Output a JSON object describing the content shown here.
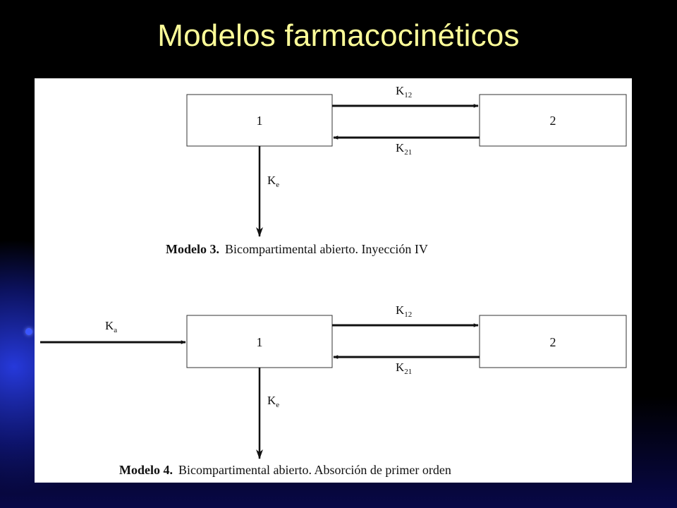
{
  "slide": {
    "title": "Modelos farmacocinéticos"
  },
  "model3": {
    "compartment_1": "1",
    "compartment_2": "2",
    "k12": {
      "base": "K",
      "sub": "12"
    },
    "k21": {
      "base": "K",
      "sub": "21"
    },
    "ke": {
      "base": "K",
      "sub": "e"
    },
    "caption_bold": "Modelo 3.",
    "caption_text": "Bicompartimental abierto. Inyección IV"
  },
  "model4": {
    "compartment_1": "1",
    "compartment_2": "2",
    "ka": {
      "base": "K",
      "sub": "a"
    },
    "k12": {
      "base": "K",
      "sub": "12"
    },
    "k21": {
      "base": "K",
      "sub": "21"
    },
    "ke": {
      "base": "K",
      "sub": "e"
    },
    "caption_bold": "Modelo 4.",
    "caption_text": "Bicompartimental abierto. Absorción de primer orden"
  },
  "colors": {
    "title": "#ffff99",
    "background": "#000000",
    "accent_blue": "#2a3fe0",
    "panel": "#ffffff",
    "ink": "#111111"
  }
}
